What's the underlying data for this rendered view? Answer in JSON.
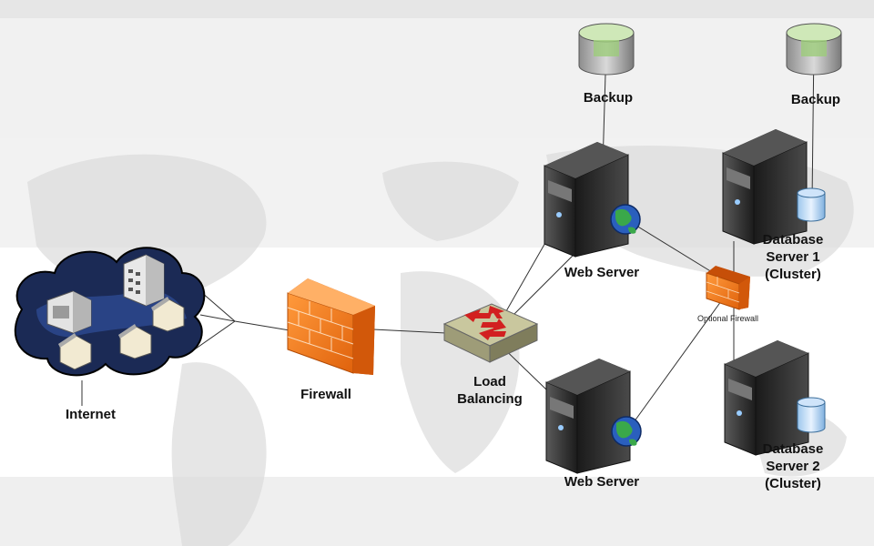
{
  "labels": {
    "internet": "Internet",
    "firewall": "Firewall",
    "load_balancing": [
      "Load",
      "Balancing"
    ],
    "web_server_top": "Web Server",
    "web_server_bottom": "Web Server",
    "backup_left": "Backup",
    "backup_right": "Backup",
    "optional_firewall": "Optional Firewall",
    "db_server_1": [
      "Database",
      "Server 1",
      "(Cluster)"
    ],
    "db_server_2": [
      "Database",
      "Server 2",
      "(Cluster)"
    ]
  },
  "icons": {
    "internet": "cloud-network-icon",
    "firewall": "brick-wall-icon",
    "load_balancer": "switch-arrows-icon",
    "web_server": "tower-server-icon",
    "globe": "globe-icon",
    "backup": "backup-disk-icon",
    "database": "database-cylinder-icon"
  },
  "colors": {
    "firewall": "#f07a1e",
    "server_body": "#2a2a2a",
    "globe_land": "#3aa84a",
    "globe_sea": "#2a5fbd",
    "cloud": "#1b2a55",
    "switch_arrow": "#d22020",
    "backup_green": "#9ccc7a"
  }
}
